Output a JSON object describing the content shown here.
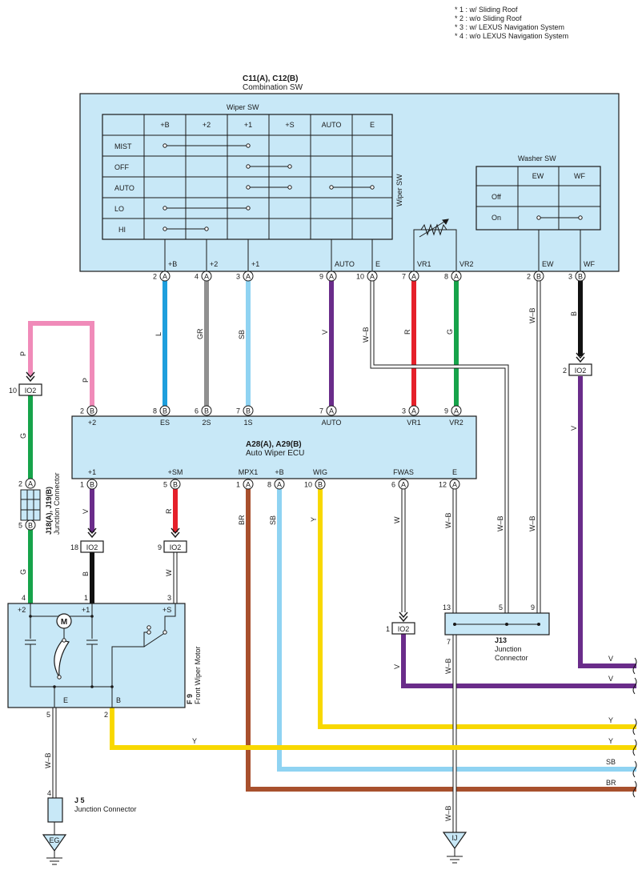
{
  "notes": [
    "* 1 : w/ Sliding Roof",
    "* 2 : w/o Sliding Roof",
    "* 3 : w/ LEXUS Navigation System",
    "* 4 : w/o LEXUS Navigation System"
  ],
  "colors": {
    "panel_fill": "#c8e8f7",
    "blue": "#1e9fdd",
    "gray": "#909090",
    "light_blue": "#8fd3f2",
    "violet": "#6a2c8a",
    "red": "#e5202a",
    "green": "#16a34a",
    "pink": "#f08bb9",
    "black": "#111111",
    "yellow": "#f8d800",
    "brown": "#a8502d",
    "white": "#ffffff"
  },
  "combo_sw": {
    "code": "C11(A), C12(B)",
    "name": "Combination SW",
    "wiper_title": "Wiper SW",
    "wiper_side_label": "Wiper SW",
    "wiper_cols": [
      "+B",
      "+2",
      "+1",
      "+S",
      "AUTO",
      "E"
    ],
    "wiper_rows": [
      "MIST",
      "OFF",
      "AUTO",
      "LO",
      "HI"
    ],
    "washer_title": "Washer SW",
    "washer_cols": [
      "EW",
      "WF"
    ],
    "washer_rows": [
      "Off",
      "On"
    ],
    "pin_labels": [
      "+B",
      "+2",
      "+1",
      "AUTO",
      "E",
      "VR1",
      "VR2",
      "EW",
      "WF"
    ],
    "pin_numbers": [
      "2",
      "4",
      "3",
      "9",
      "10",
      "7",
      "8",
      "2",
      "3"
    ],
    "pin_letters": [
      "A",
      "A",
      "A",
      "A",
      "A",
      "A",
      "A",
      "B",
      "B"
    ]
  },
  "ecu": {
    "code": "A28(A), A29(B)",
    "name": "Auto Wiper ECU",
    "top_pin_labels": [
      "+2",
      "ES",
      "2S",
      "1S",
      "AUTO",
      "VR1",
      "VR2"
    ],
    "top_pin_numbers": [
      "2",
      "8",
      "6",
      "7",
      "7",
      "3",
      "9"
    ],
    "top_pin_letters": [
      "B",
      "B",
      "B",
      "B",
      "A",
      "A",
      "A"
    ],
    "bottom_pin_labels": [
      "+1",
      "+SM",
      "MPX1",
      "+B",
      "WIG",
      "FWAS",
      "E"
    ],
    "bottom_pin_numbers": [
      "1",
      "5",
      "1",
      "8",
      "10",
      "6",
      "12"
    ],
    "bottom_pin_letters": [
      "B",
      "B",
      "A",
      "A",
      "B",
      "A",
      "A"
    ]
  },
  "wire_labels": {
    "L": "L",
    "GR": "GR",
    "SB": "SB",
    "V": "V",
    "WB": "W–B",
    "R": "R",
    "G": "G",
    "B": "B",
    "P": "P",
    "W": "W",
    "BR": "BR",
    "Y": "Y"
  },
  "io2": {
    "label": "IO2",
    "pins": [
      "10",
      "2",
      "18",
      "9",
      "1"
    ]
  },
  "junction_j18": {
    "code": "J18(A), J19(B)",
    "name": "Junction Connector",
    "pin_top": "2",
    "pin_top_letter": "A",
    "pin_bottom": "5",
    "pin_bottom_letter": "B"
  },
  "motor": {
    "code": "F 9",
    "name": "Front Wiper Motor",
    "terminals": [
      "+2",
      "+1",
      "+S",
      "E",
      "B"
    ],
    "pins": [
      "4",
      "1",
      "3",
      "5",
      "2"
    ],
    "symbol": "M"
  },
  "j13": {
    "code": "J13",
    "name": "Junction",
    "name2": "Connector",
    "pins": [
      "13",
      "5",
      "9",
      "7"
    ]
  },
  "j5": {
    "code": "J 5",
    "name": "Junction Connector",
    "pin": "4"
  },
  "grounds": [
    "EG",
    "IJ"
  ]
}
